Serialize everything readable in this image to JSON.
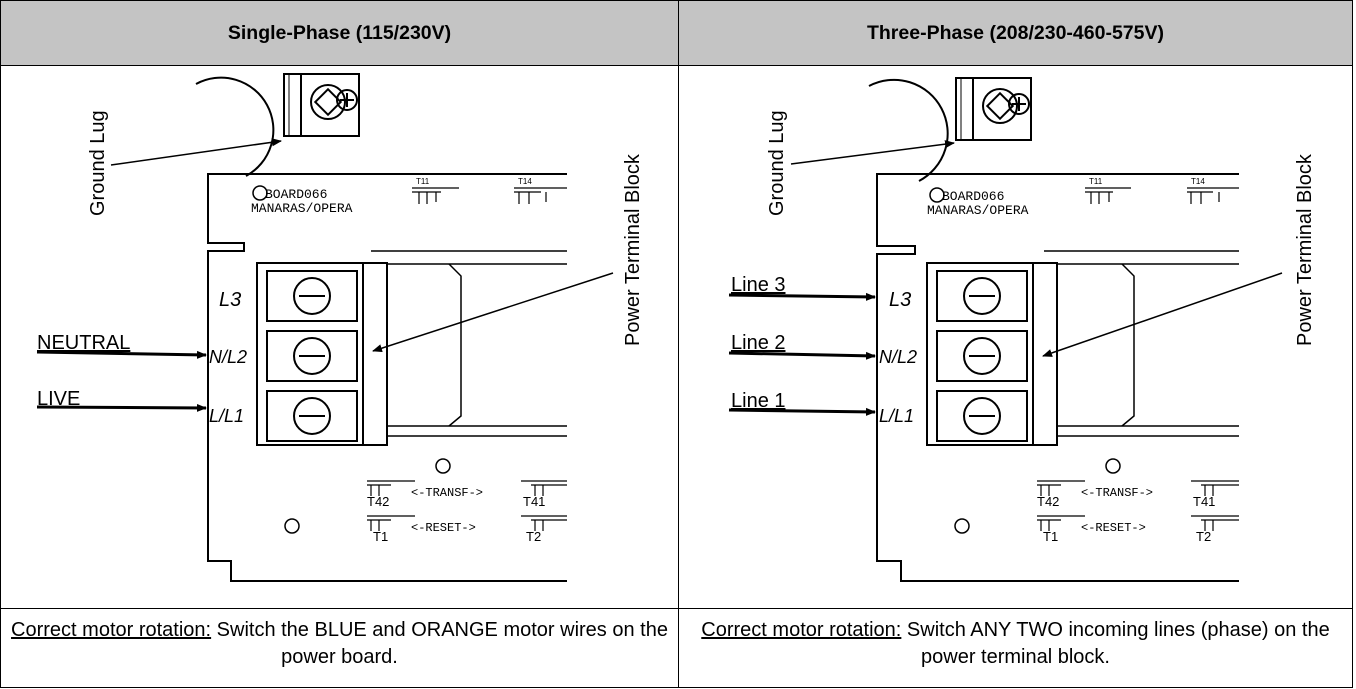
{
  "headers": {
    "left": "Single-Phase (115/230V)",
    "right": "Three-Phase (208/230-460-575V)"
  },
  "board": {
    "id": "BOARD066",
    "name": "MANARAS/OPERA",
    "t11": "T11",
    "t14": "T14",
    "t42": "T42",
    "t41": "T41",
    "t1": "T1",
    "t2": "T2",
    "transf": "<-TRANSF->",
    "reset": "<-RESET->",
    "l3": "L3",
    "nl2": "N/L2",
    "ll1": "L/L1"
  },
  "labels": {
    "ground_lug": "Ground Lug",
    "power_terminal_block": "Power Terminal Block"
  },
  "single_phase": {
    "wire_top": "NEUTRAL",
    "wire_bottom": "LIVE"
  },
  "three_phase": {
    "line3": "Line 3",
    "line2": "Line 2",
    "line1": "Line 1"
  },
  "footer": {
    "left_prefix": "Correct motor rotation:",
    "left_text": " Switch the BLUE and ORANGE motor wires on the power board.",
    "right_prefix": "Correct motor rotation:",
    "right_text": " Switch ANY TWO incoming lines (phase) on the power terminal block."
  }
}
